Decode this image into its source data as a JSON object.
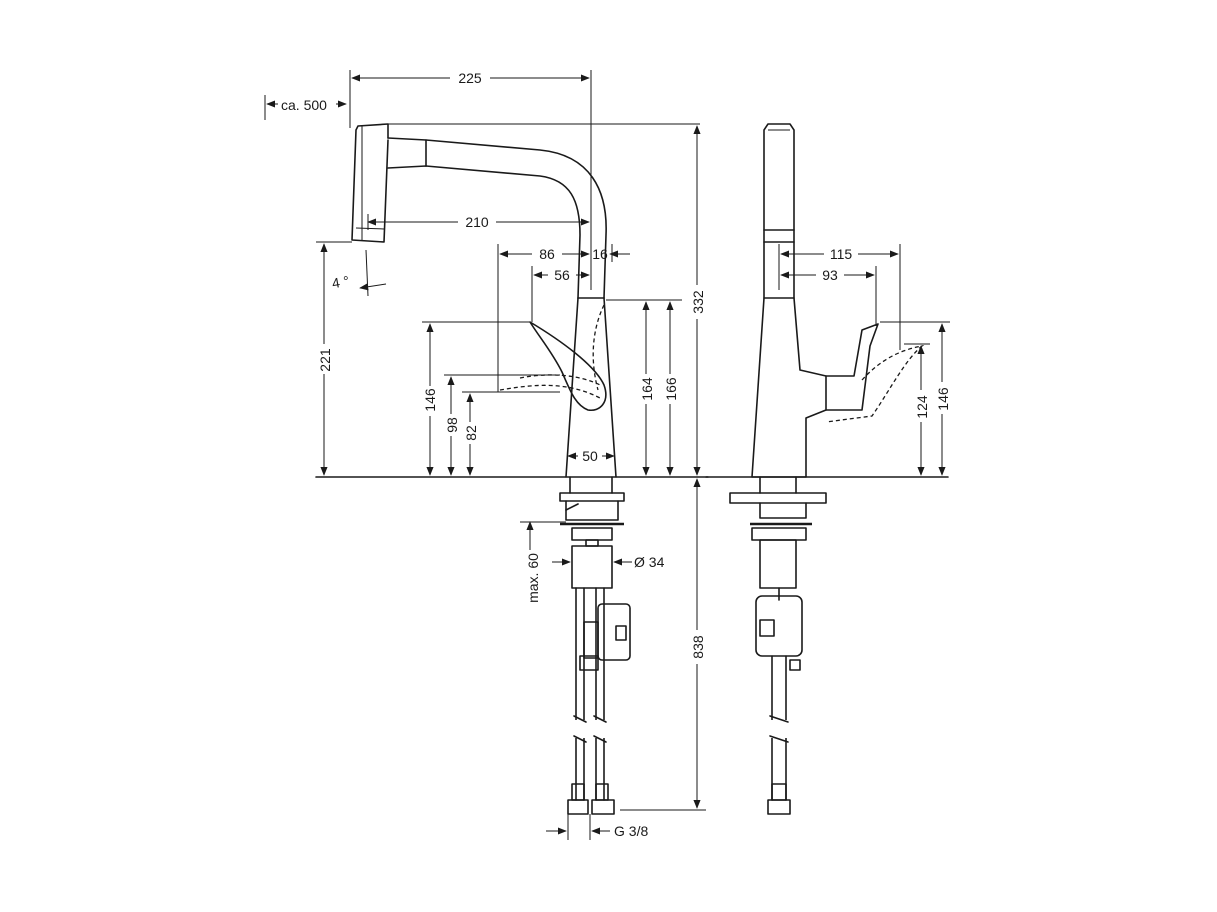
{
  "dimensions": {
    "d225": "225",
    "ca500": "ca. 500",
    "d210": "210",
    "d86": "86",
    "d16": "16",
    "d56": "56",
    "deg4": "4 °",
    "d221": "221",
    "d146_left": "146",
    "d98": "98",
    "d82": "82",
    "d50": "50",
    "d164": "164",
    "d166": "166",
    "d332": "332",
    "max60": "max. 60",
    "dia34": "Ø 34",
    "d838": "838",
    "g38": "G 3/8",
    "d115": "115",
    "d93": "93",
    "d124": "124",
    "d146_right": "146"
  },
  "colors": {
    "line": "#1a1a1a",
    "background": "#ffffff"
  }
}
